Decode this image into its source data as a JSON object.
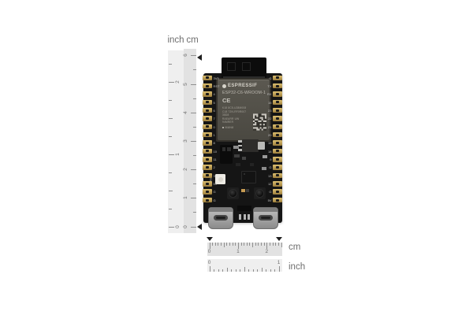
{
  "scene": "ESP32-C6 development board product photo with measurement rulers",
  "vertical_ruler": {
    "unit_labels": {
      "inch": "inch",
      "cm": "cm"
    },
    "cm_numbers": [
      "0",
      "1",
      "2",
      "3",
      "4",
      "5",
      "6"
    ],
    "inch_numbers": [
      "0",
      "1",
      "2"
    ]
  },
  "horizontal_ruler": {
    "unit_labels": {
      "cm": "cm",
      "inch": "inch"
    },
    "cm_numbers": [
      "0",
      "1",
      "2"
    ],
    "inch_numbers": [
      "0",
      "1"
    ]
  },
  "board": {
    "module": {
      "brand": "ESPRESSIF",
      "model": "ESP32-C6-WROOM-1",
      "ce_mark": "CE",
      "micro_text": [
        "K18 8C5-U28M008",
        "C18 72N-RF0R007",
        "38D8",
        "RAEARR UW",
        "94MRER"
      ],
      "batch_code": "MAN8"
    },
    "rgb_led_label": "RGB",
    "left_pin_labels": [
      "3V3",
      "RST",
      "4",
      "5",
      "6",
      "7",
      "0",
      "1",
      "8",
      "10",
      "11",
      "2",
      "3",
      "5V",
      "G",
      "G"
    ],
    "right_pin_labels": [
      "G",
      "TX",
      "RX",
      "15",
      "23",
      "22",
      "21",
      "20",
      "19",
      "18",
      "9",
      "G",
      "13",
      "12",
      "G",
      "5V"
    ]
  },
  "colors": {
    "background": "#ffffff",
    "pcb": "#151515",
    "module_shield": "#52504a",
    "ruler_strip_cm": "#e2e2e2",
    "ruler_strip_inch": "#efefef",
    "tick": "#8f8f8f",
    "ruler_text": "#6f6f6f",
    "marker": "#1f1f1f",
    "pad_gold": "#c3a052",
    "usb_metal": "#a8a8a8",
    "rgb_led": "#edebe4"
  }
}
